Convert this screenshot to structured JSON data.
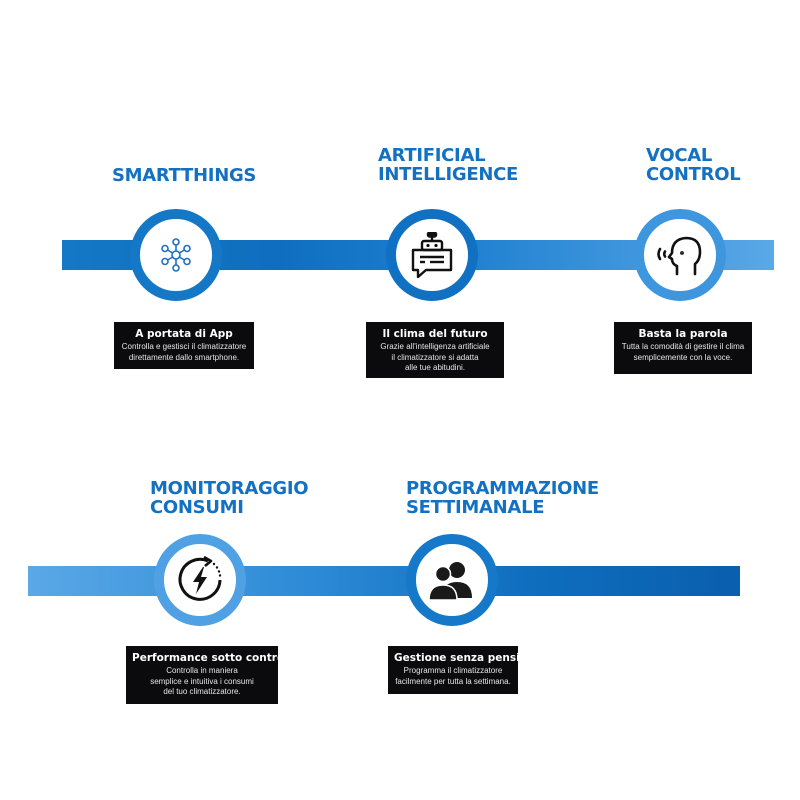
{
  "colors": {
    "brand_blue": "#1471c2",
    "band_dark": "#0f6ebf",
    "band_light": "#5aa8e6",
    "card_bg": "#0b0b0d"
  },
  "features": [
    {
      "heading": [
        "SMARTTHINGS"
      ],
      "icon": "smartthings-network-icon",
      "card_title": "A portata di App",
      "card_text": [
        "Controlla e gestisci il climatizzatore",
        "direttamente dallo smartphone."
      ]
    },
    {
      "heading": [
        "ARTIFICIAL",
        "INTELLIGENCE"
      ],
      "icon": "robot-chat-icon",
      "card_title": "Il clima del futuro",
      "card_text": [
        "Grazie all'intelligenza artificiale",
        "il climatizzatore si adatta",
        "alle tue abitudini."
      ]
    },
    {
      "heading": [
        "VOCAL",
        "CONTROL"
      ],
      "icon": "voice-head-icon",
      "card_title": "Basta la parola",
      "card_text": [
        "Tutta la comodità di gestire il clima",
        "semplicemente con la voce."
      ]
    },
    {
      "heading": [
        "MONITORAGGIO",
        "CONSUMI"
      ],
      "icon": "energy-bolt-icon",
      "card_title": "Performance sotto controllo",
      "card_text": [
        "Controlla in maniera",
        "semplice e intuitiva i consumi",
        "del tuo climatizzatore."
      ]
    },
    {
      "heading": [
        "PROGRAMMAZIONE",
        "SETTIMANALE"
      ],
      "icon": "people-group-icon",
      "card_title": "Gestione senza pensieri",
      "card_text": [
        "Programma il climatizzatore",
        "facilmente per tutta la settimana."
      ]
    }
  ]
}
